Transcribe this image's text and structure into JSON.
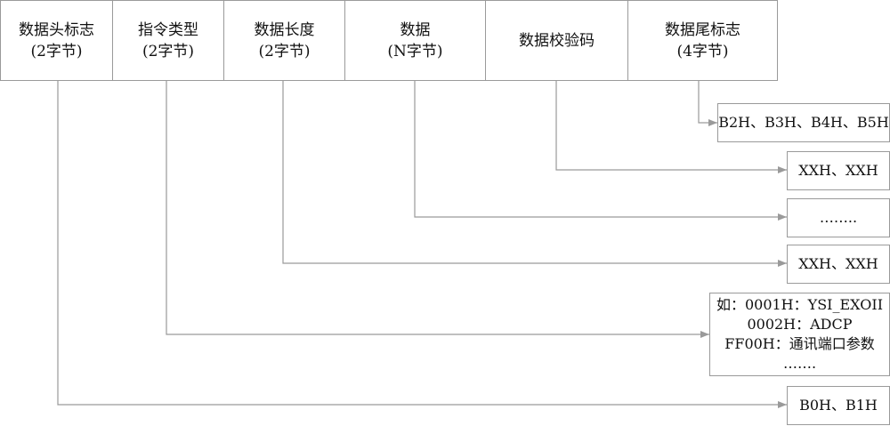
{
  "headers": [
    {
      "line1": "数据头标志",
      "line2": "(2字节)"
    },
    {
      "line1": "指令类型",
      "line2": "(2字节)"
    },
    {
      "line1": "数据长度",
      "line2": "(2字节)"
    },
    {
      "line1": "数据",
      "line2": "(N字节)"
    },
    {
      "line1": "数据校验码",
      "line2": ""
    },
    {
      "line1": "数据尾标志",
      "line2": "(4字节)"
    }
  ],
  "boxes": {
    "tail": "B2H、B3H、B4H、B5H",
    "checksum": "XXH、XXH",
    "data": "……..",
    "length": "XXH、XXH",
    "command": {
      "line1": "如：0001H：YSI_EXOII",
      "line2": "0002H：ADCP",
      "line3": "FF00H：通讯端口参数",
      "line4": "……."
    },
    "head": "B0H、B1H"
  }
}
